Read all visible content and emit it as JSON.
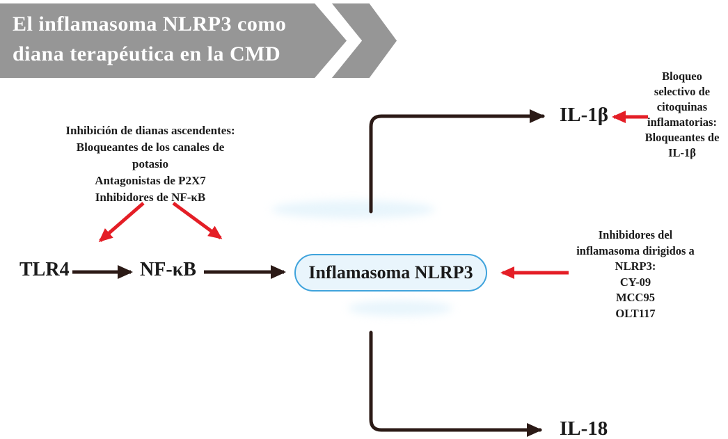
{
  "banner": {
    "line1": "El inflamasoma NLRP3 como",
    "line2": "diana terapéutica en la CMD"
  },
  "upstream_block": {
    "lines": [
      "Inhibición de dianas ascendentes:",
      "Bloqueantes de los canales de",
      "potasio",
      "Antagonistas de P2X7",
      "Inhibidores de NF-κB"
    ]
  },
  "nodes": {
    "tlr4": "TLR4",
    "nfkb": "NF-κB",
    "inflammasome": "Inflamasoma NLRP3",
    "il1b": "IL-1β",
    "il18": "IL-18"
  },
  "cytokine_block": {
    "lines": [
      "Bloqueo",
      "selectivo de",
      "citoquinas",
      "inflamatorias:",
      "Bloqueantes de",
      "IL-1β"
    ]
  },
  "nlrp3_inhibitors_block": {
    "lines": [
      "Inhibidores del",
      "inflamasoma dirigidos a",
      "NLRP3:",
      "CY-09",
      "MCC95",
      "OLT117"
    ]
  },
  "colors": {
    "banner_gray": "#969696",
    "banner_text": "#ffffff",
    "arrow_black": "#2b1a16",
    "arrow_red": "#e41e26",
    "node_fill": "#e9f5fc",
    "node_border": "#3fa3dc",
    "text_black": "#1b1b1b"
  }
}
